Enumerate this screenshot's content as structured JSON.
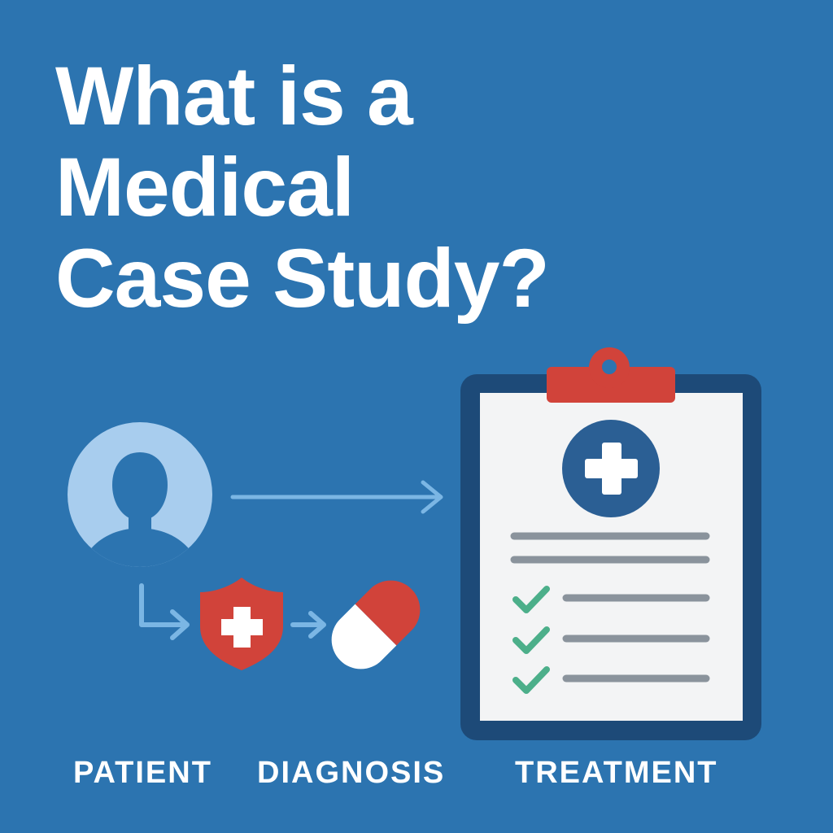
{
  "title": {
    "lines": [
      "What is a",
      "Medical",
      "Case Study?"
    ]
  },
  "labels": {
    "patient": "PATIENT",
    "diagnosis": "DIAGNOSIS",
    "treatment": "TREATMENT"
  },
  "colors": {
    "background": "#2c74b0",
    "avatar": "#a8cdee",
    "arrow": "#7bb6e4",
    "red": "#d1433a",
    "clipboard_border": "#1d4a78",
    "paper": "#f3f4f5",
    "line": "#8a939c",
    "check": "#4caf8a"
  },
  "icons": {
    "patient": "person-icon",
    "diagnosis": "shield-cross-icon",
    "treatment": "pill-icon",
    "record": "clipboard-icon"
  }
}
